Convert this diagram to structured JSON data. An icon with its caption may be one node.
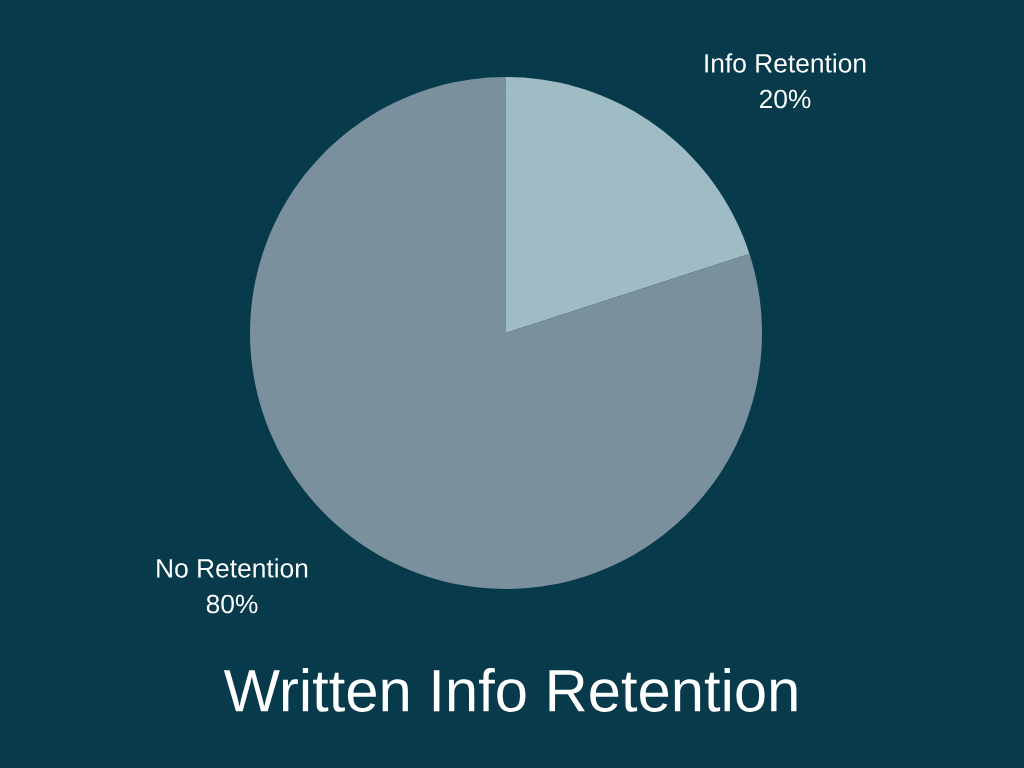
{
  "diagram": {
    "chart_data": {
      "type": "pie",
      "title": "Written Info Retention",
      "categories": [
        "Info Retention",
        "No Retention"
      ],
      "series": [
        {
          "values": [
            20,
            80
          ]
        }
      ],
      "value_labels": [
        "20%",
        "80%"
      ]
    }
  }
}
